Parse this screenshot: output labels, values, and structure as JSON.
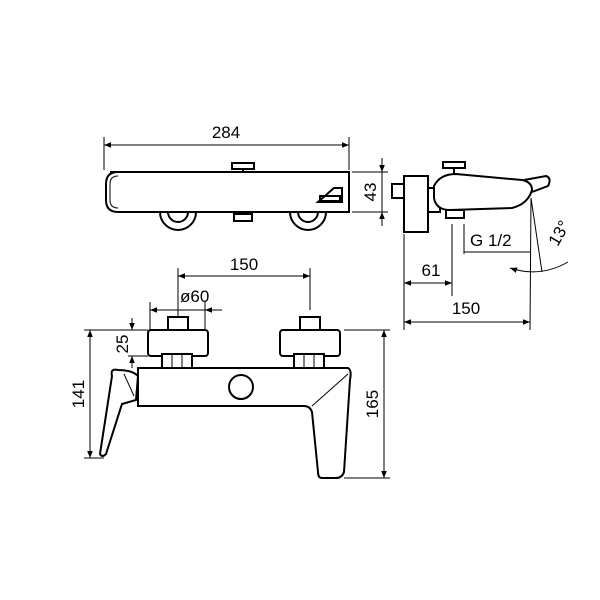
{
  "dimensions": {
    "top_width": "284",
    "top_height": "43",
    "center_distance": "150",
    "diameter": "ø60",
    "nut_height": "25",
    "left_height": "141",
    "right_height": "165",
    "side_offset": "61",
    "side_depth": "150",
    "thread": "G 1/2",
    "angle": "13°"
  }
}
